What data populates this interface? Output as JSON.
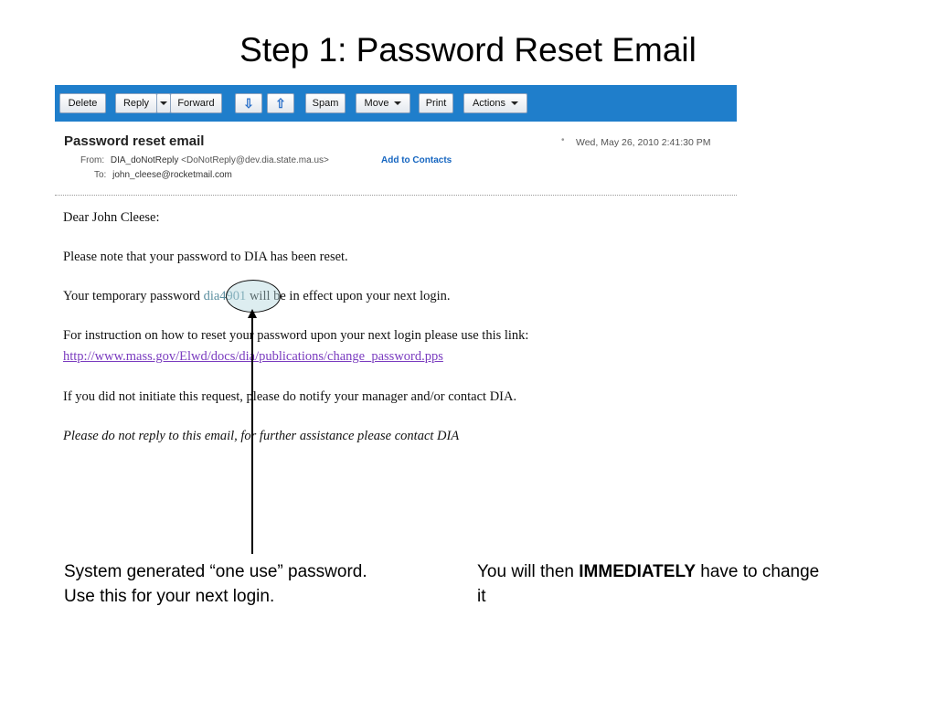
{
  "slide": {
    "title": "Step 1: Password Reset Email"
  },
  "toolbar": {
    "delete": "Delete",
    "reply": "Reply",
    "forward": "Forward",
    "spam": "Spam",
    "move": "Move",
    "print": "Print",
    "actions": "Actions",
    "icons": [
      "arrow-down-icon",
      "arrow-up-icon"
    ]
  },
  "email": {
    "subject": "Password reset email",
    "date": "Wed, May 26, 2010 2:41:30 PM",
    "from_label": "From:",
    "from_name": "DIA_doNotReply",
    "from_email": "<DoNotReply@dev.dia.state.ma.us>",
    "add_to_contacts": "Add to Contacts",
    "to_label": "To:",
    "to_email": "john_cleese@rocketmail.com",
    "greeting": "Dear John Cleese:",
    "line_reset": "Please note that your password to DIA has been reset.",
    "temp_pre": "Your temporary password ",
    "temp_password": "dia4901",
    "temp_post": " will be in effect upon your next login.",
    "instruction": "For instruction on how to reset your password upon your next login please use this link:",
    "link": "http://www.mass.gov/Elwd/docs/dia/publications/change_password.pps",
    "notify": "If you did not initiate this request, please do notify your manager and/or contact DIA.",
    "footer": "Please do not reply to this email, for further assistance please contact DIA"
  },
  "captions": {
    "left": "System generated “one use” password. Use this for your next login.",
    "right_pre": "You will then ",
    "right_bold": "IMMEDIATELY",
    "right_post": " have to change it"
  },
  "colors": {
    "toolbar_bg": "#1f7ecb",
    "link": "#7a3bbf",
    "add_contacts": "#1565c0"
  }
}
